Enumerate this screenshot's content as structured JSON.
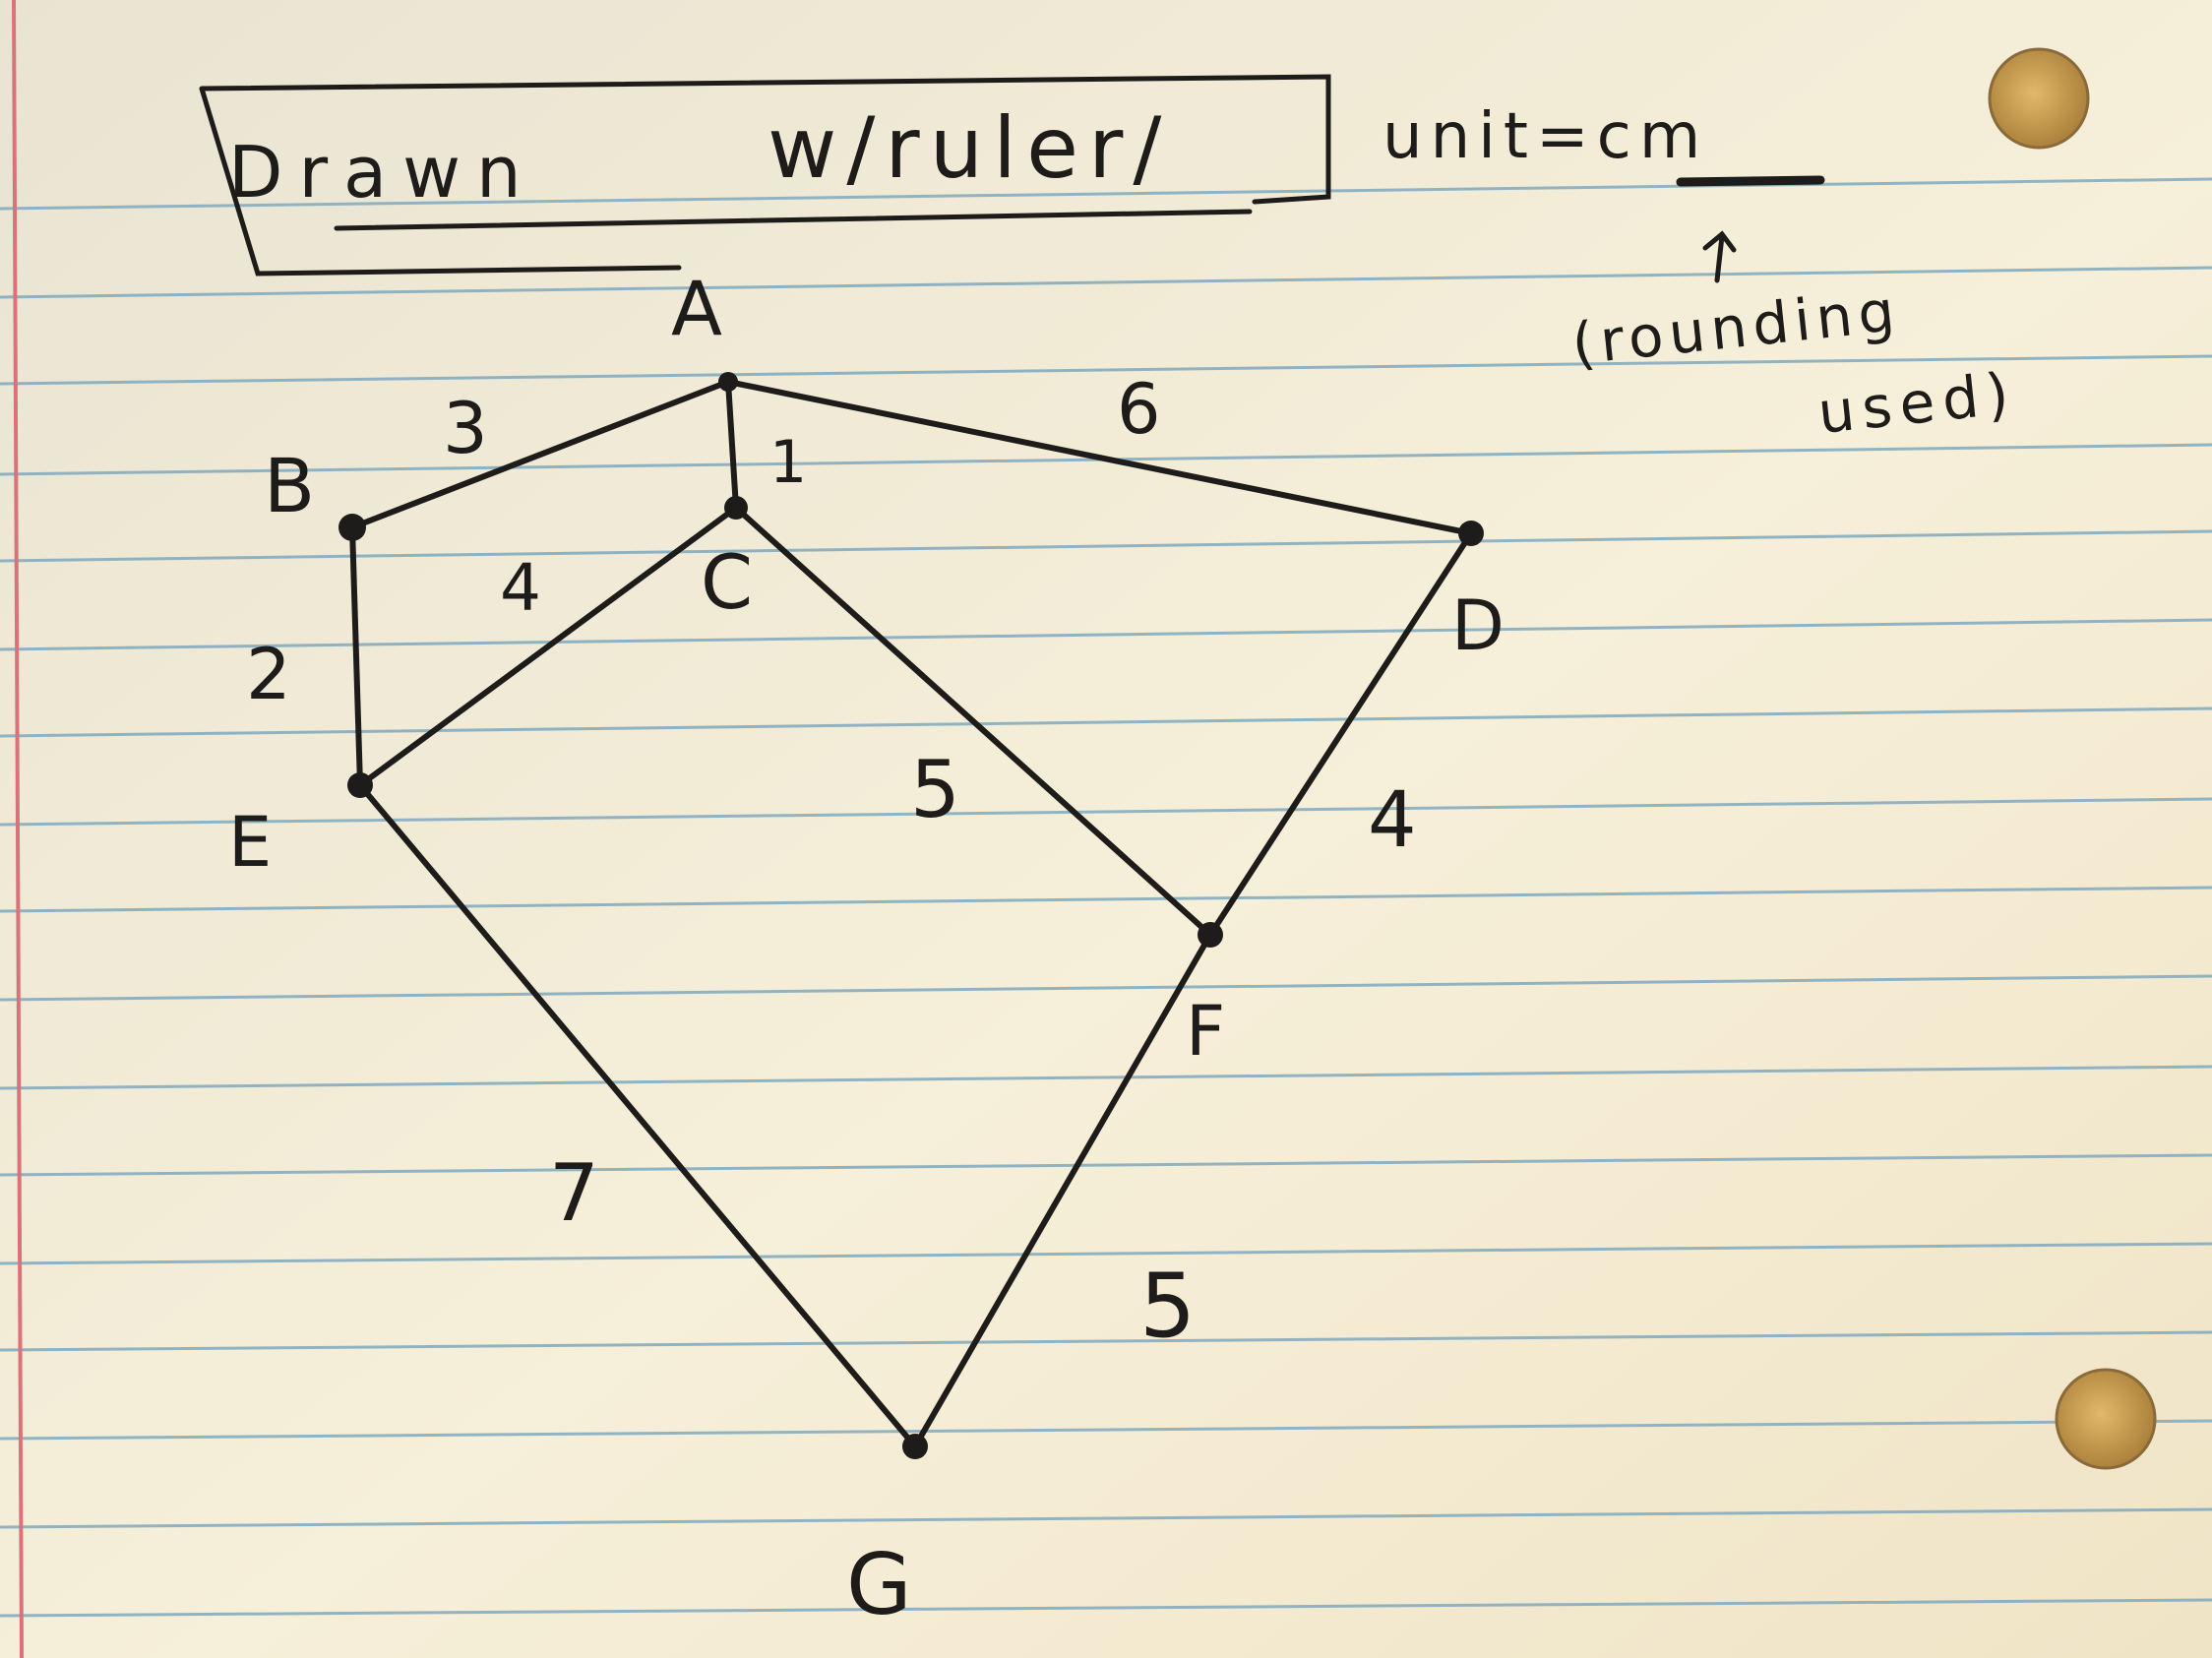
{
  "header": {
    "drawn": "Drawn",
    "ruler": "w/ruler/",
    "unit": "unit=cm",
    "rounding": "(rounding",
    "used": "used)"
  },
  "vertices": {
    "A": "A",
    "B": "B",
    "C": "C",
    "D": "D",
    "E": "E",
    "F": "F",
    "G": "G"
  },
  "edges": {
    "ab": "3",
    "ac": "1",
    "ad": "6",
    "be": "2",
    "ce": "4",
    "cf": "5",
    "df": "4",
    "eg": "7",
    "fg": "5"
  },
  "colors": {
    "paper": "#f3ecd8",
    "rule_line": "#7fa9bf",
    "margin_line": "#d9737a",
    "ink": "#1d1c1a",
    "hole": "#c9a055"
  }
}
